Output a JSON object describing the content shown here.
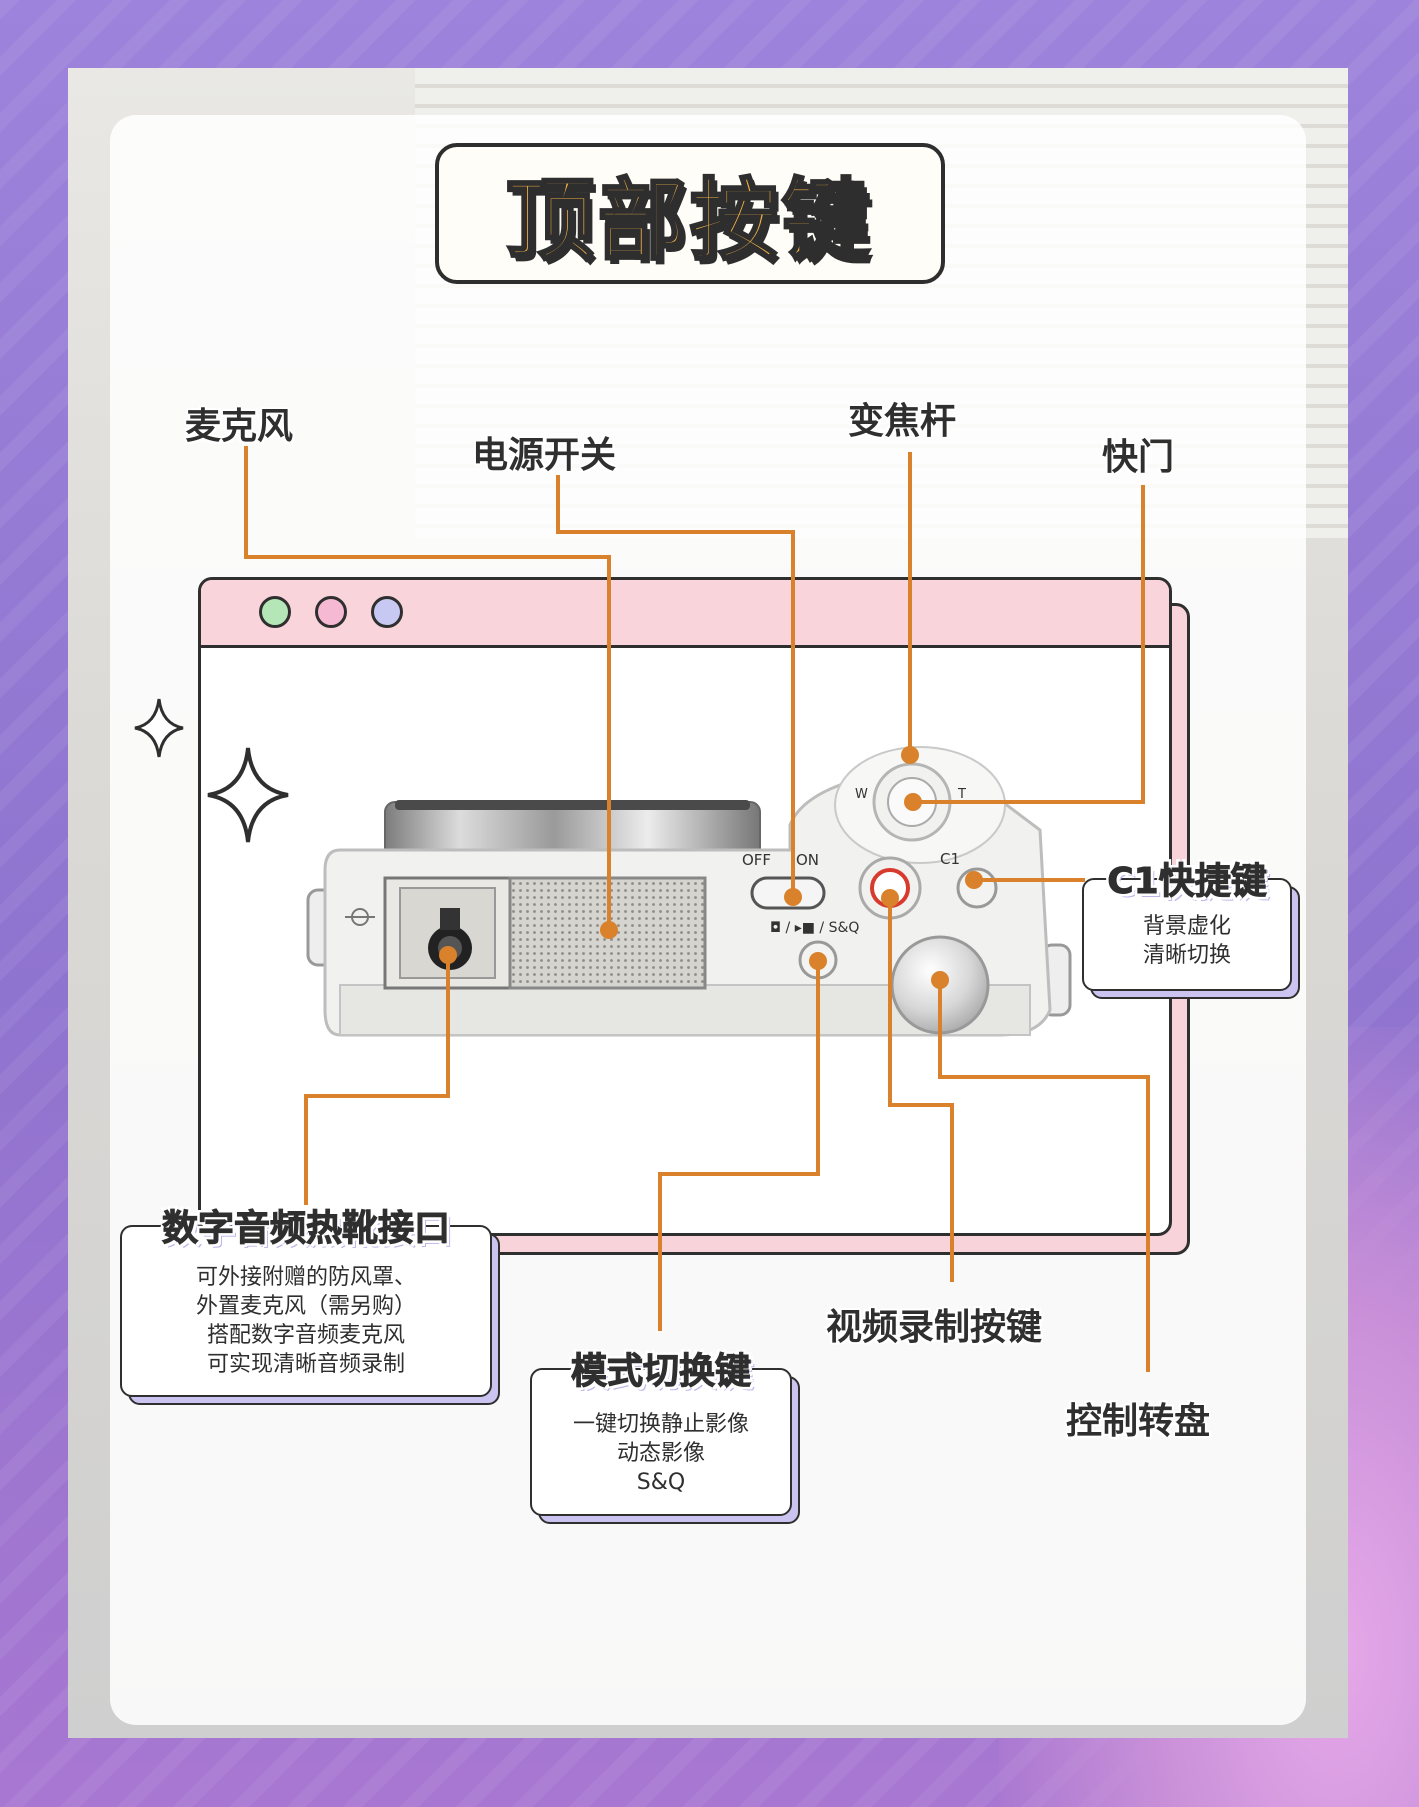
{
  "title": "顶部按键",
  "window_dots": [
    "green",
    "pink",
    "lavender"
  ],
  "camera_marks": {
    "switch_off": "OFF",
    "switch_on": "ON",
    "mode": "◘ / ▸■ / S&Q",
    "c1": "C1",
    "zoom_w": "W",
    "zoom_t": "T"
  },
  "labels": {
    "microphone": "麦克风",
    "power_switch": "电源开关",
    "zoom_lever": "变焦杆",
    "shutter": "快门",
    "record_button": "视频录制按键",
    "control_dial": "控制转盘"
  },
  "callouts": {
    "c1": {
      "title": "C1快捷键",
      "lines": [
        "背景虚化",
        "清晰切换"
      ]
    },
    "hotshoe": {
      "title": "数字音频热靴接口",
      "lines": [
        "可外接附赠的防风罩、",
        "外置麦克风（需另购）",
        "搭配数字音频麦克风",
        "可实现清晰音频录制"
      ]
    },
    "mode": {
      "title": "模式切换键",
      "lines": [
        "一键切换静止影像",
        "动态影像",
        "S&Q"
      ]
    }
  },
  "colors": {
    "accent_orange": "#d9822b",
    "title_fill": "#f3b146",
    "frame_purple": "#9b7fd6",
    "window_pink": "#f9d4db"
  }
}
